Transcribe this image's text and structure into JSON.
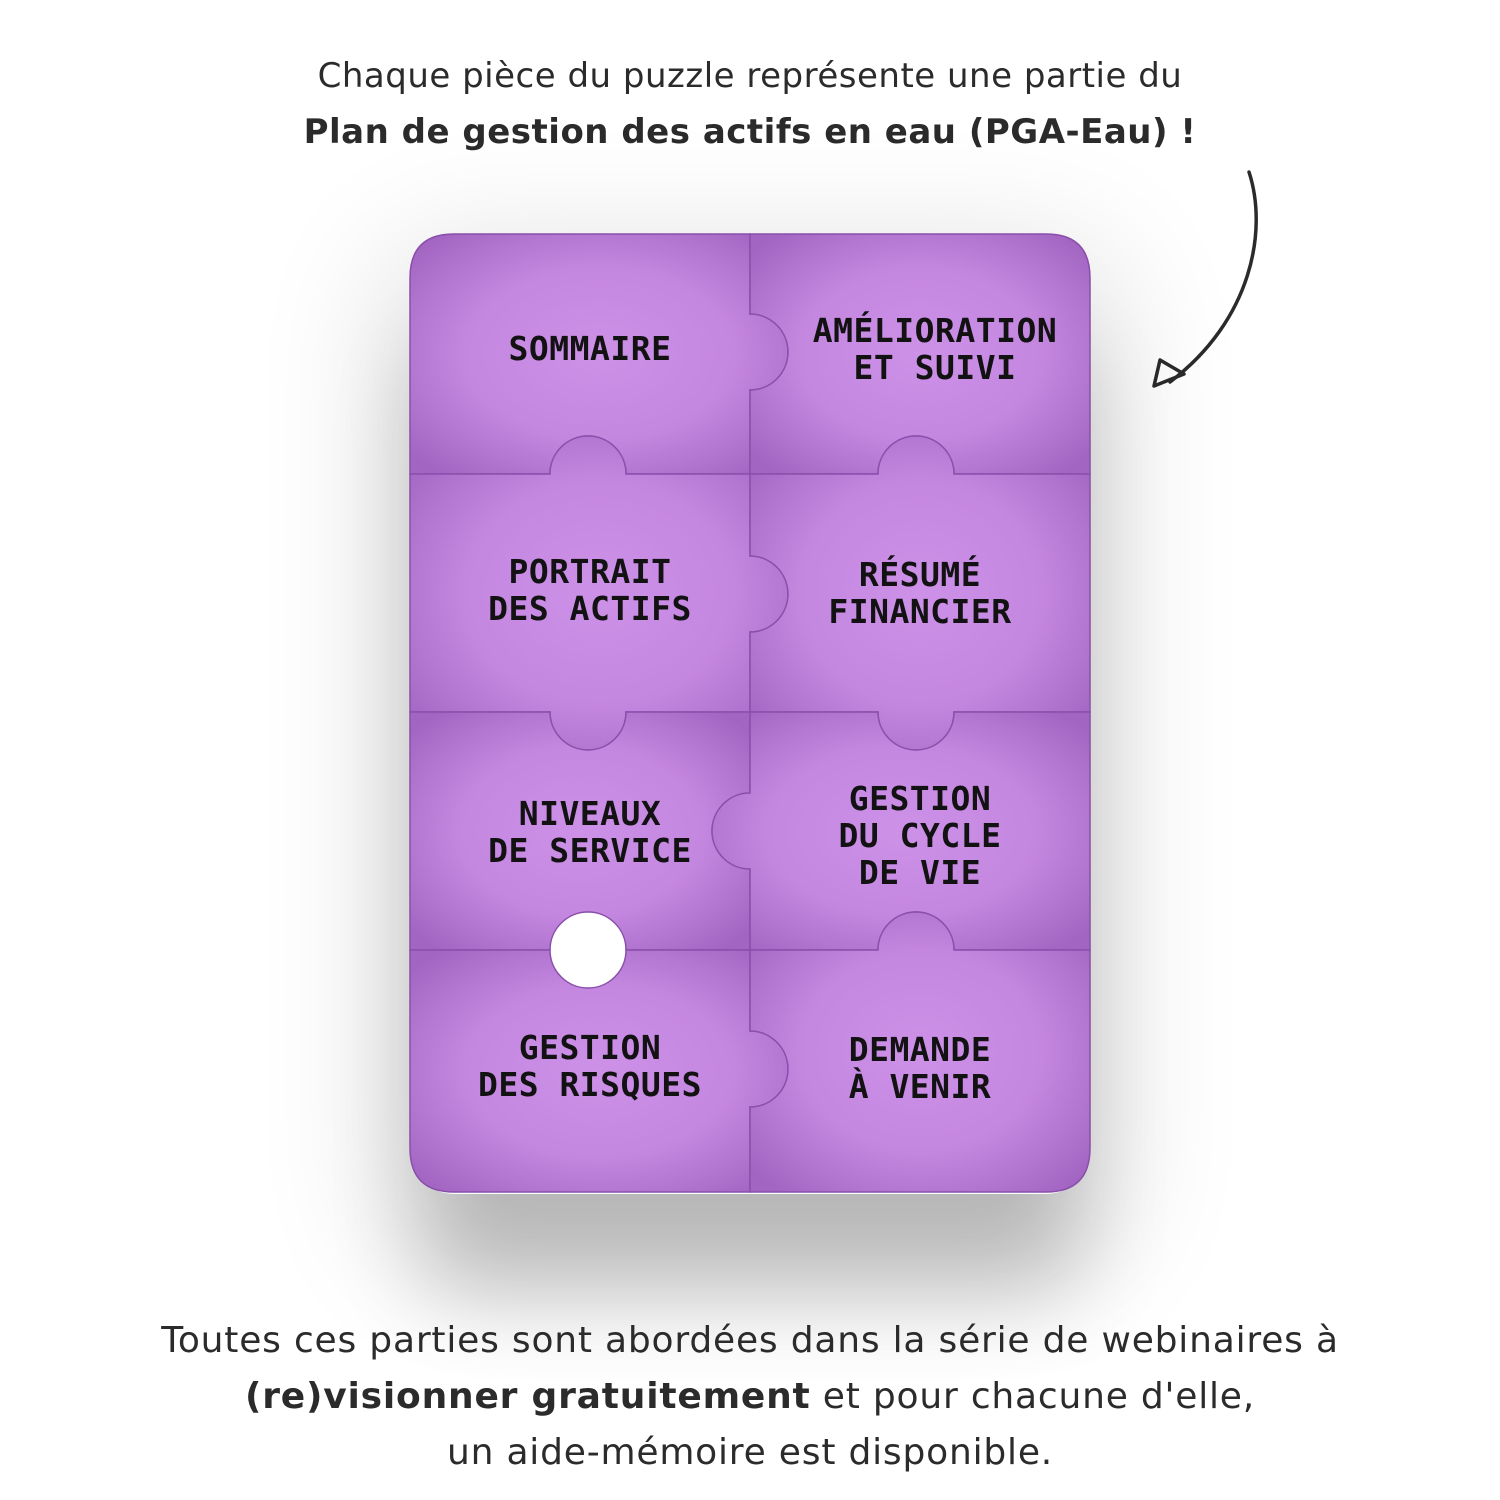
{
  "intro": {
    "line1": "Chaque pièce du puzzle représente une partie du",
    "line2": "Plan de gestion des actifs en eau (PGA-Eau) !"
  },
  "pieces": [
    {
      "line1": "SOMMAIRE"
    },
    {
      "line1": "AMÉLIORATION",
      "line2": "ET SUIVI"
    },
    {
      "line1": "PORTRAIT",
      "line2": "DES ACTIFS"
    },
    {
      "line1": "RÉSUMÉ",
      "line2": "FINANCIER"
    },
    {
      "line1": "NIVEAUX",
      "line2": "DE SERVICE"
    },
    {
      "line1": "GESTION",
      "line2": "DU CYCLE",
      "line3": "DE VIE"
    },
    {
      "line1": "GESTION",
      "line2": "DES RISQUES"
    },
    {
      "line1": "DEMANDE",
      "line2": "À VENIR"
    }
  ],
  "outro": {
    "line1": "Toutes ces parties sont abordées dans la série de webinaires à",
    "line2_bold": "(re)visionner gratuitement",
    "line2_rest": " et pour chacune d'elle,",
    "line3": "un aide-mémoire est disponible."
  },
  "colors": {
    "piece_fill_center": "#cb8ee6",
    "piece_fill_edge": "#a66ac6",
    "piece_outline": "#8a4fab",
    "text": "#2b2b2b"
  }
}
